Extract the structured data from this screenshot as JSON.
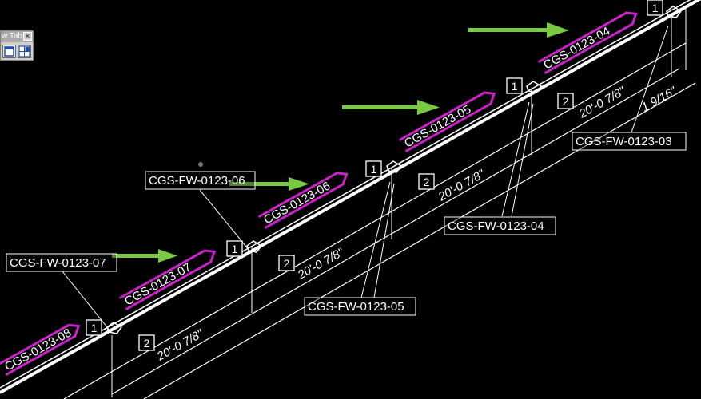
{
  "toolbar": {
    "title": "w Tab",
    "close_glyph": "×",
    "buttons": [
      {
        "icon": "single-viewport-icon"
      },
      {
        "icon": "multi-viewport-icon"
      }
    ]
  },
  "drawing": {
    "colors": {
      "background": "#000000",
      "pipe": "#ffffff",
      "tag_outline": "#cc22cc",
      "arrow": "#7ac943",
      "text": "#ffffff"
    },
    "pipe_tags": [
      "CGS-0123-08",
      "CGS-0123-07",
      "CGS-0123-06",
      "CGS-0123-05",
      "CGS-0123-04"
    ],
    "weld_labels": [
      "CGS-FW-0123-07",
      "CGS-FW-0123-06",
      "CGS-FW-0123-05",
      "CGS-FW-0123-04",
      "CGS-FW-0123-03"
    ],
    "dimensions": [
      "20'-0 7/8\"",
      "20'-0 7/8\"",
      "20'-0 7/8\"",
      "20'-0 7/8\"",
      "1 9/16\""
    ],
    "balloons": [
      "1",
      "2",
      "1",
      "2",
      "1",
      "2",
      "1",
      "2",
      "1"
    ]
  }
}
